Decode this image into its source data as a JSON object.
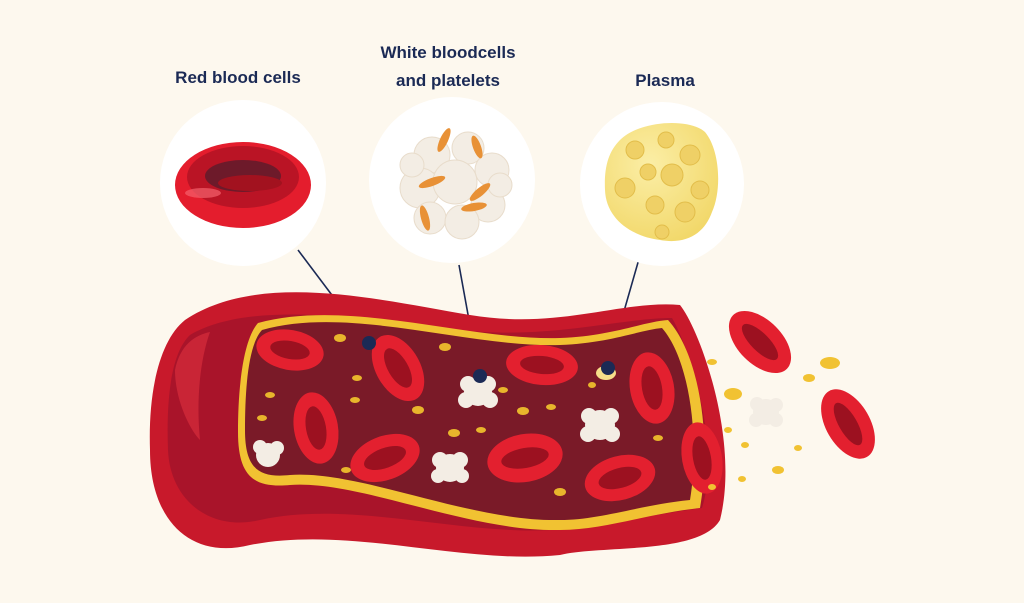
{
  "labels": {
    "red_blood_cells": "Red blood cells",
    "white_line1": "White bloodcells",
    "white_line2": "and platelets",
    "plasma": "Plasma"
  },
  "colors": {
    "background": "#fdf8ee",
    "vessel_wall": "#c8192b",
    "vessel_inner": "#7a1a28",
    "plasma_rim": "#f1c232",
    "red_cell": "#e3202f",
    "white_cell": "#f3ede4",
    "platelet": "#e8b52c",
    "label_text": "#1b2a55"
  }
}
